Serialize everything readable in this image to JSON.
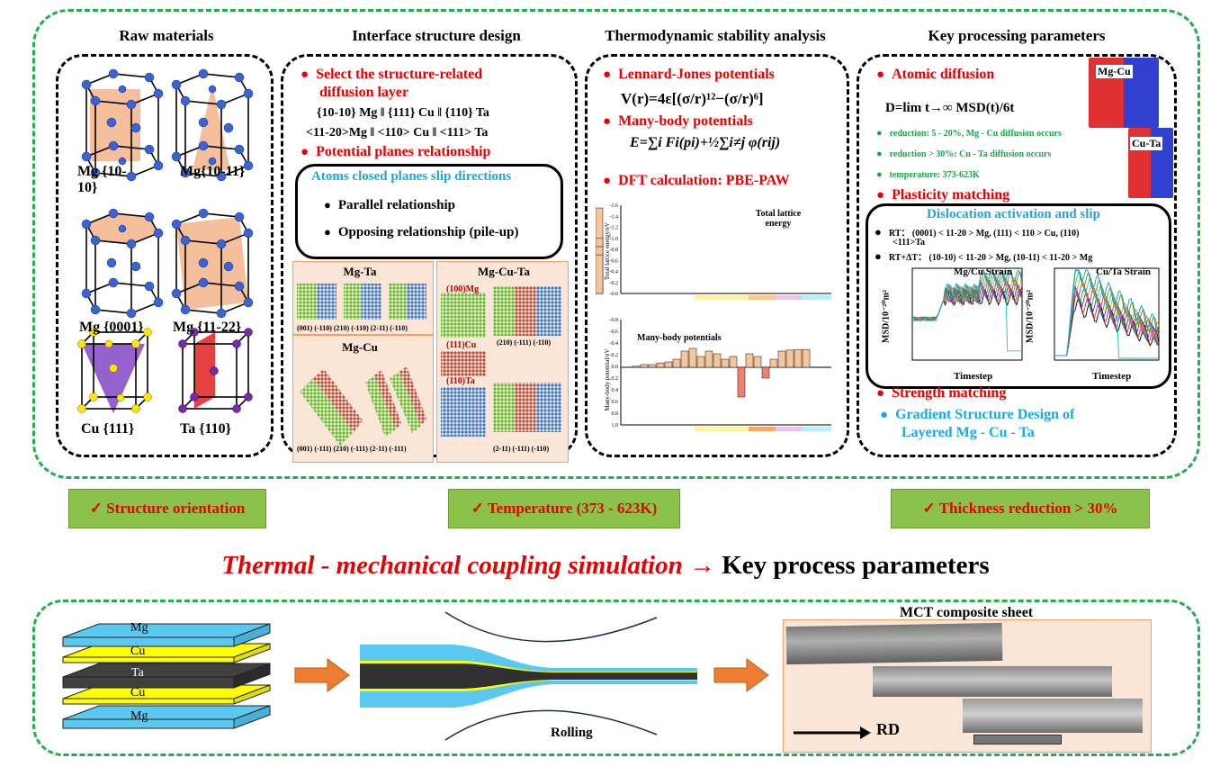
{
  "columns": {
    "raw": {
      "title": "Raw materials",
      "labels": [
        "Mg {10-",
        "10}",
        "Mg{10-11}",
        "Mg {0001}",
        "Mg {11-22}",
        "Cu {111}",
        "Ta {110}"
      ]
    },
    "interface": {
      "title": "Interface structure design",
      "bullet1": "Select the structure-related",
      "bullet1b": "diffusion layer",
      "rel1": "{10-10} Mg ‖ {111} Cu ‖ {110} Ta",
      "rel2": "<11-20>Mg ‖ <110> Cu ‖ <111> Ta",
      "bullet2": "Potential planes relationship",
      "box_title": "Atoms closed planes slip directions",
      "box_item1": "Parallel relationship",
      "box_item2": "Opposing relationship (pile-up)",
      "mgta_title": "Mg-Ta",
      "mgta_labels": "(001) (-110)   (210) (-110)   (2-11) (-110)",
      "mgcu_title": "Mg-Cu",
      "mgcu_labels": "(001) (-111)   (210) (-111)   (2-11) (-111)",
      "mgcuta_title": "Mg-Cu-Ta",
      "planes": [
        "(100)Mg",
        "(111)Cu",
        "(110)Ta"
      ],
      "mgcuta_label1": "(210) (-111) (-110)",
      "mgcuta_label2": "(2-11) (-111) (-110)"
    },
    "thermo": {
      "title": "Thermodynamic stability analysis",
      "bullet1": "Lennard-Jones potentials",
      "lj_formula": "V(r)=4ε[(σ/r)¹²−(σ/r)⁶]",
      "bullet2": "Many-body potentials",
      "mb_formula": "E=∑i Fi(pi)+½∑i≠j φ(rij)",
      "bullet3": "DFT calculation: PBE-PAW",
      "chart1_label": "Total lattice energy",
      "chart1_ylabel": "Total lattice energy/eV",
      "chart2_label": "Many-body potentials",
      "chart2_ylabel": "Many-body potential/eV"
    },
    "process": {
      "title": "Key processing parameters",
      "bullet1": "Atomic diffusion",
      "diff_formula": "D=lim t→∞ MSD(t)/6t",
      "g1": "reduction: 5 - 20%, Mg - Cu diffusion occurs",
      "g2": "reduction > 30%: Cu - Ta diffusion occurs",
      "g3": "temperature: 373-623K",
      "mgcu": "Mg-Cu",
      "cuta": "Cu-Ta",
      "bullet2": "Plasticity matching",
      "box_title": "Dislocation activation and slip",
      "rt": "RT： (0001) < 11-20 > Mg,   (111) < 110 > Cu,   (110)",
      "rt2": "<111>Ta",
      "rtdt": "RT+ΔT： (10-10) < 11-20 > Mg,   (10-11) < 11-20 > Mg",
      "plot1_title": "Mg/Cu Strain",
      "plot2_title": "Cu/Ta Strain",
      "ylabel": "MSD/10⁻²⁰m²",
      "xlabel": "Timestep",
      "bullet3": "Strength matching",
      "cyan": "Gradient Structure Design of",
      "cyan2": "Layered Mg - Cu - Ta"
    }
  },
  "green_labels": [
    "✓ Structure orientation",
    "✓ Temperature (373 - 623K)",
    "✓ Thickness reduction > 30%"
  ],
  "headline": {
    "red": "Thermal - mechanical coupling simulation →",
    "black": " Key process parameters"
  },
  "bottom": {
    "layers": [
      "Mg",
      "Cu",
      "Ta",
      "Cu",
      "Mg"
    ],
    "rolling": "Rolling",
    "sheet_title": "MCT composite sheet",
    "rd": "RD"
  },
  "colors": {
    "dash_green": "#22b04b",
    "red": "#e60000",
    "mg_layer": "#5ac8f0",
    "cu_layer": "#ffff00",
    "ta_layer": "#404040",
    "bar_fill": "#f8c49a",
    "arrow": "#ed7d31"
  }
}
